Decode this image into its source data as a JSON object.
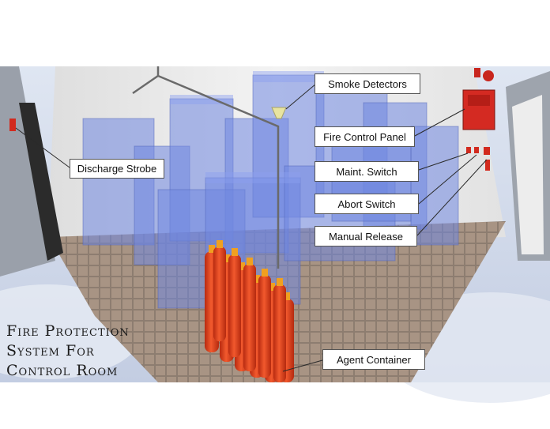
{
  "title_lines": [
    "Fire Protection",
    "System For",
    "Control Room"
  ],
  "labels": {
    "smoke_detectors": "Smoke Detectors",
    "fire_control_panel": "Fire Control Panel",
    "discharge_strobe": "Discharge Strobe",
    "maint_switch": "Maint. Switch",
    "abort_switch": "Abort Switch",
    "manual_release": "Manual Release",
    "agent_container": "Agent Container"
  },
  "colors": {
    "cylinder": "#e8401c",
    "equipment": "#6f86e0",
    "floor": "#8a7a6e",
    "panel": "#d42a22",
    "wall": "#e9e9e9"
  }
}
